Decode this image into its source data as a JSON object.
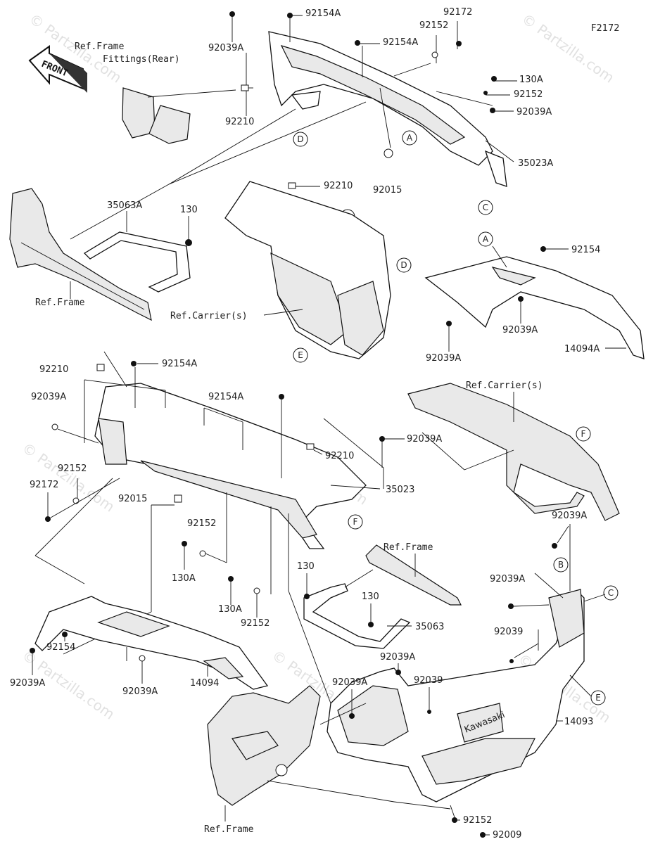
{
  "diagram_code": "F2172",
  "front_arrow": "FRONT",
  "watermark": "© Partzilla.com",
  "callouts": {
    "A": "A",
    "B": "B",
    "C": "C",
    "D": "D",
    "E": "E",
    "F": "F"
  },
  "labels": {
    "ref_frame_fittings_l1": "Ref.Frame",
    "ref_frame_fittings_l2": "Fittings(Rear)",
    "p92039A_a": "92039A",
    "p92154A_a": "92154A",
    "p92154A_b": "92154A",
    "p92152_a": "92152",
    "p92172_a": "92172",
    "p130A_a": "130A",
    "p92152_b": "92152",
    "p92039A_b": "92039A",
    "p92210_a": "92210",
    "p92015_a": "92015",
    "p35023A": "35023A",
    "p92210_b": "92210",
    "p35063A": "35063A",
    "p130_a": "130",
    "ref_frame_a": "Ref.Frame",
    "ref_carriers_a": "Ref.Carrier(s)",
    "p92154_a": "92154",
    "p92039A_c": "92039A",
    "p92039A_d": "92039A",
    "p14094A": "14094A",
    "p92210_c": "92210",
    "p92154A_c": "92154A",
    "p92039A_e": "92039A",
    "p92154A_d": "92154A",
    "p92039A_f": "92039A",
    "p92210_d": "92210",
    "p35023": "35023",
    "p92152_c": "92152",
    "p92172_b": "92172",
    "p92015_b": "92015",
    "p92152_d": "92152",
    "p130A_b": "130A",
    "p130A_c": "130A",
    "p92152_e": "92152",
    "ref_carriers_b": "Ref.Carrier(s)",
    "p92039A_g": "92039A",
    "p92039A_h": "92039A",
    "p92039": "92039",
    "ref_frame_b": "Ref.Frame",
    "p130_b": "130",
    "p130_c": "130",
    "p35063": "35063",
    "p92154_b": "92154",
    "p92039A_i": "92039A",
    "p92039A_j": "92039A",
    "p14094": "14094",
    "p92039A_k": "92039A",
    "p92039A_l": "92039A",
    "p92039_b": "92039",
    "p14093": "14093",
    "ref_frame_c": "Ref.Frame",
    "p92152_f": "92152",
    "p92009": "92009",
    "brand_text": "Kawasaki"
  }
}
